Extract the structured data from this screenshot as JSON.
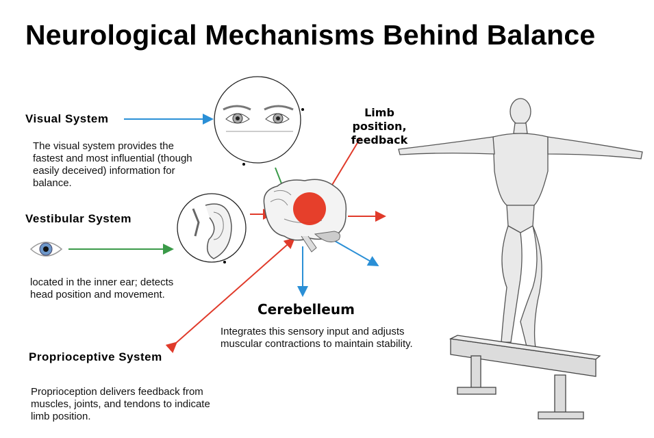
{
  "title": "Neurological Mechanisms Behind Balance",
  "visual": {
    "heading": "Visual System",
    "text": "The visual system provides the fastest and most influential (though easily deceived) information for balance."
  },
  "vestibular": {
    "heading": "Vestibular System",
    "text": "located in the inner ear; detects head position and movement."
  },
  "proprioceptive": {
    "heading": "Proprioceptive System",
    "text": "Proprioception delivers feedback from muscles, joints, and tendons to indicate limb position."
  },
  "limb_label": {
    "line1": "Limb position,",
    "line2": "feedback"
  },
  "cerebellum": {
    "heading": "Cerebelleum",
    "text": "Integrates this sensory input and adjusts muscular contractions to maintain stability."
  },
  "colors": {
    "blue": "#2a8fd6",
    "green": "#3a9a48",
    "red": "#e03a2a"
  }
}
